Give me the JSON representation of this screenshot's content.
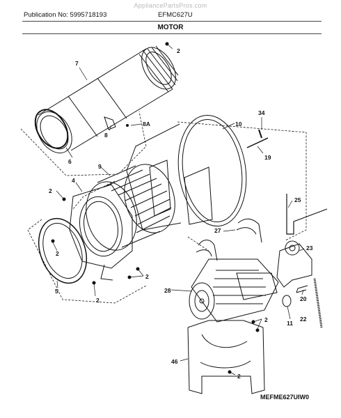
{
  "header": {
    "watermark": "AppliancePartsPros.com",
    "publication": "Publication No: 5995718193",
    "model": "EFMC627U"
  },
  "section_title": "MOTOR",
  "diagram_code": "MEFME627UIW0",
  "callouts": [
    "2",
    "7",
    "8A",
    "8",
    "6",
    "10",
    "34",
    "19",
    "9",
    "2",
    "4",
    "25",
    "27",
    "5",
    "2",
    "23",
    "28",
    "2",
    "2",
    "20",
    "11",
    "22",
    "2",
    "46",
    "2"
  ]
}
